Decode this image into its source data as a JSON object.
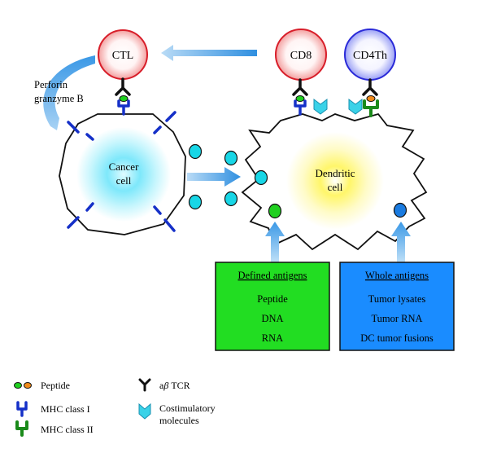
{
  "nodes": {
    "ctl": "CTL",
    "cd8": "CD8",
    "cd4th": "CD4Th",
    "cancer_cell": [
      "Cancer",
      "cell"
    ],
    "dendritic_cell": [
      "Dendritic",
      "cell"
    ]
  },
  "perforin_label": [
    "Perforin",
    "granzyme B"
  ],
  "defined_antigens": {
    "title": "Defined antigens",
    "items": [
      "Peptide",
      "DNA",
      "RNA"
    ]
  },
  "whole_antigens": {
    "title": "Whole antigens",
    "items": [
      "Tumor lysates",
      "Tumor RNA",
      "DC tumor fusions"
    ]
  },
  "legend": {
    "peptide": "Peptide",
    "tcr_prefix": "a",
    "tcr_beta": "β",
    "tcr_suffix": " TCR",
    "mhc1": "MHC class I",
    "mhc2": "MHC class II",
    "costim": [
      "Costimulatory",
      "molecules"
    ]
  },
  "colors": {
    "ctl_ring": "#d81e2a",
    "cd8_ring": "#d81e2a",
    "cd4_ring": "#2a2ad8",
    "cancer_glow": "#2fd4f0",
    "dendritic_glow": "#ffee00",
    "defined_box": "#22dd22",
    "whole_box": "#1a8cff",
    "mhc1": "#1530c8",
    "mhc2": "#1a8a1a",
    "peptide_green": "#20d020",
    "peptide_orange": "#f08a1a",
    "costim": "#3ad2e8",
    "antigen_cyan": "#18d6e6",
    "arrow_blue": "#3aa0e8"
  }
}
